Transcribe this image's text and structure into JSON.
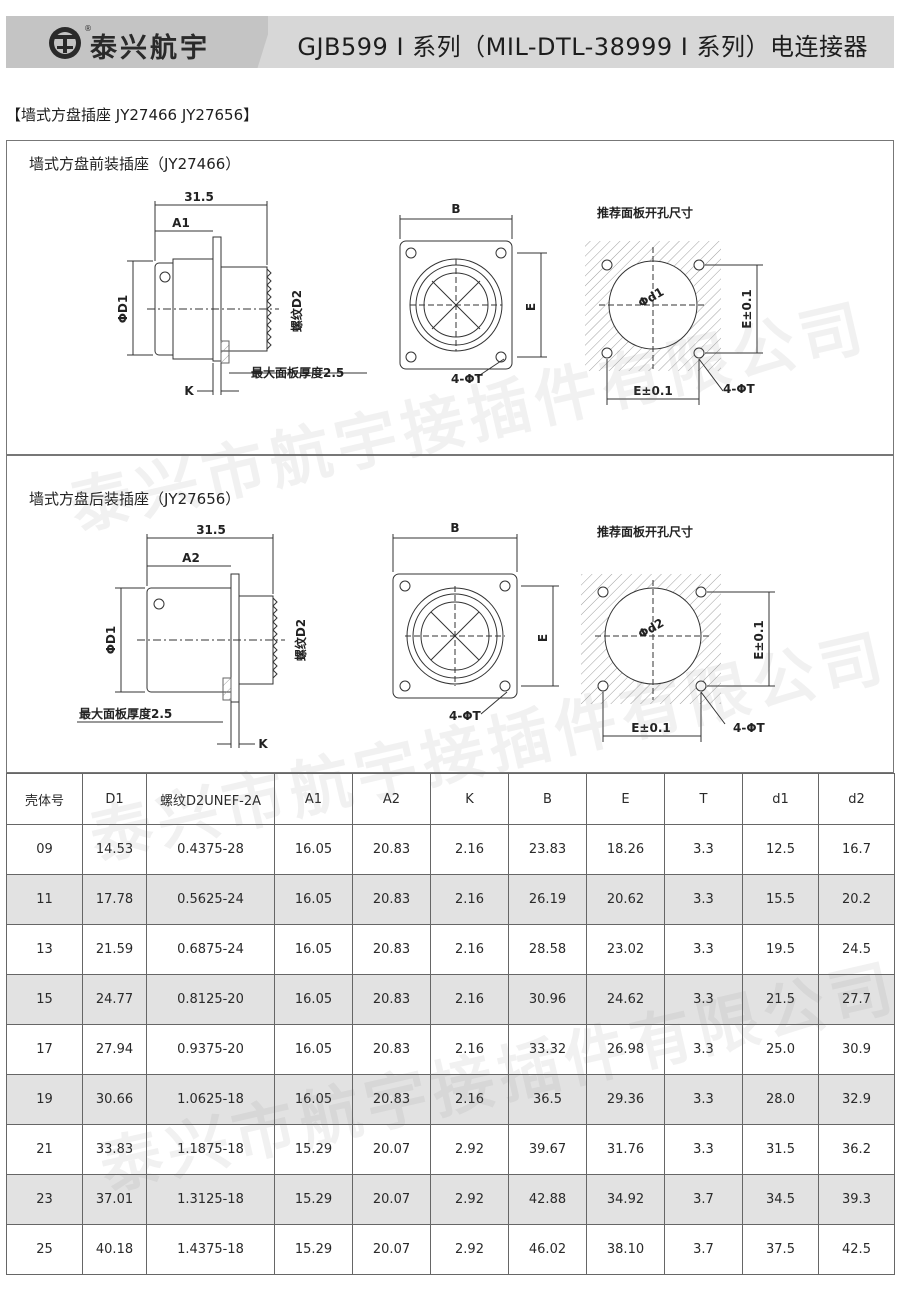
{
  "header": {
    "brand": "泰兴航宇",
    "reg_mark": "®",
    "title": "GJB599 I 系列（MIL-DTL-38999 I 系列）电连接器"
  },
  "section_title": "【墙式方盘插座  JY27466   JY27656】",
  "front_mount": {
    "label": "墙式方盘前装插座（JY27466）",
    "dim_length": "31.5",
    "dim_a": "A1",
    "dim_d1": "ΦD1",
    "dim_thread": "螺纹D2",
    "dim_k": "K",
    "panel_note": "最大面板厚度2.5",
    "dim_b": "B",
    "dim_e": "E",
    "hole_note": "4-ΦT",
    "cutout_title": "推荐面板开孔尺寸",
    "cutout_hole": "Φd1",
    "cutout_e_h": "E±0.1",
    "cutout_e_v": "E±0.1",
    "cutout_t": "4-ΦT"
  },
  "rear_mount": {
    "label": "墙式方盘后装插座（JY27656）",
    "dim_length": "31.5",
    "dim_a": "A2",
    "dim_d1": "ΦD1",
    "dim_thread": "螺纹D2",
    "dim_k": "K",
    "panel_note": "最大面板厚度2.5",
    "dim_b": "B",
    "dim_e": "E",
    "hole_note": "4-ΦT",
    "cutout_title": "推荐面板开孔尺寸",
    "cutout_hole": "Φd2",
    "cutout_e_h": "E±0.1",
    "cutout_e_v": "E±0.1",
    "cutout_t": "4-ΦT"
  },
  "table": {
    "headers": [
      "壳体号",
      "D1",
      "螺纹D2UNEF-2A",
      "A1",
      "A2",
      "K",
      "B",
      "E",
      "T",
      "d1",
      "d2"
    ],
    "rows": [
      [
        "09",
        "14.53",
        "0.4375-28",
        "16.05",
        "20.83",
        "2.16",
        "23.83",
        "18.26",
        "3.3",
        "12.5",
        "16.7"
      ],
      [
        "11",
        "17.78",
        "0.5625-24",
        "16.05",
        "20.83",
        "2.16",
        "26.19",
        "20.62",
        "3.3",
        "15.5",
        "20.2"
      ],
      [
        "13",
        "21.59",
        "0.6875-24",
        "16.05",
        "20.83",
        "2.16",
        "28.58",
        "23.02",
        "3.3",
        "19.5",
        "24.5"
      ],
      [
        "15",
        "24.77",
        "0.8125-20",
        "16.05",
        "20.83",
        "2.16",
        "30.96",
        "24.62",
        "3.3",
        "21.5",
        "27.7"
      ],
      [
        "17",
        "27.94",
        "0.9375-20",
        "16.05",
        "20.83",
        "2.16",
        "33.32",
        "26.98",
        "3.3",
        "25.0",
        "30.9"
      ],
      [
        "19",
        "30.66",
        "1.0625-18",
        "16.05",
        "20.83",
        "2.16",
        "36.5",
        "29.36",
        "3.3",
        "28.0",
        "32.9"
      ],
      [
        "21",
        "33.83",
        "1.1875-18",
        "15.29",
        "20.07",
        "2.92",
        "39.67",
        "31.76",
        "3.3",
        "31.5",
        "36.2"
      ],
      [
        "23",
        "37.01",
        "1.3125-18",
        "15.29",
        "20.07",
        "2.92",
        "42.88",
        "34.92",
        "3.7",
        "34.5",
        "39.3"
      ],
      [
        "25",
        "40.18",
        "1.4375-18",
        "15.29",
        "20.07",
        "2.92",
        "46.02",
        "38.10",
        "3.7",
        "37.5",
        "42.5"
      ]
    ]
  },
  "watermark": "泰兴市航宇接插件有限公司"
}
